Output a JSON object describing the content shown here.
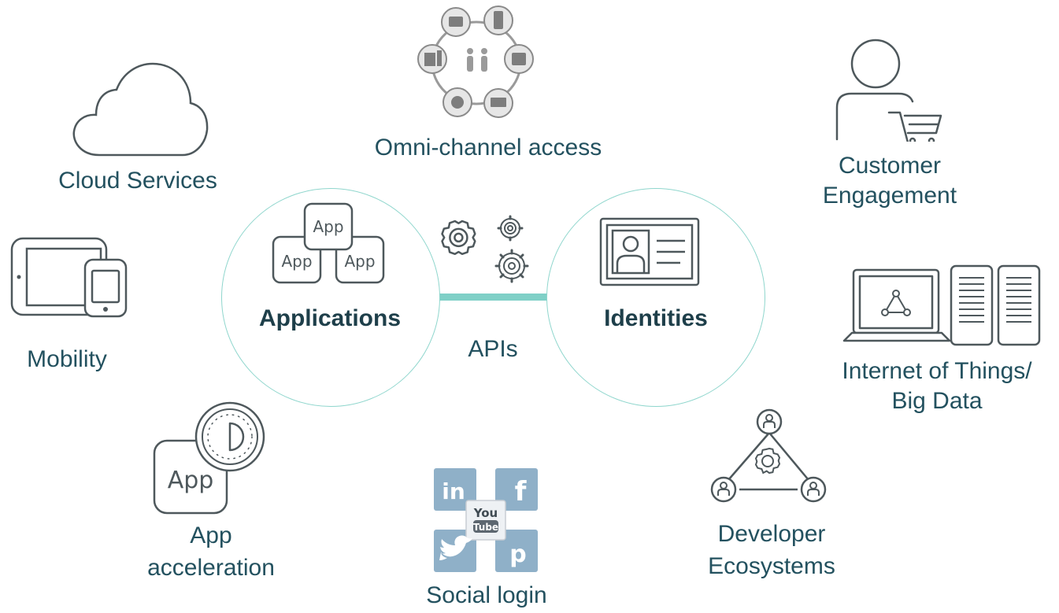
{
  "center": {
    "left_label": "Applications",
    "right_label": "Identities",
    "link_label": "APIs",
    "app_tile_text": "App"
  },
  "items": {
    "cloud": "Cloud Services",
    "mobility": "Mobility",
    "omni": "Omni-channel access",
    "customer_line1": "Customer",
    "customer_line2": "Engagement",
    "iot_line1": "Internet of Things/",
    "iot_line2": "Big Data",
    "app_accel_line1": "App",
    "app_accel_line2": "acceleration",
    "social": "Social login",
    "dev_line1": "Developer",
    "dev_line2": "Ecosystems"
  },
  "social_icons": {
    "linkedin": "in",
    "facebook": "f",
    "youtube_top": "You",
    "youtube_bottom": "Tube",
    "pinterest": "p"
  },
  "colors": {
    "text": "#23515f",
    "icon_stroke": "#4e585c",
    "accent": "#7fd0c7",
    "circle_border": "#8fd6cd"
  }
}
